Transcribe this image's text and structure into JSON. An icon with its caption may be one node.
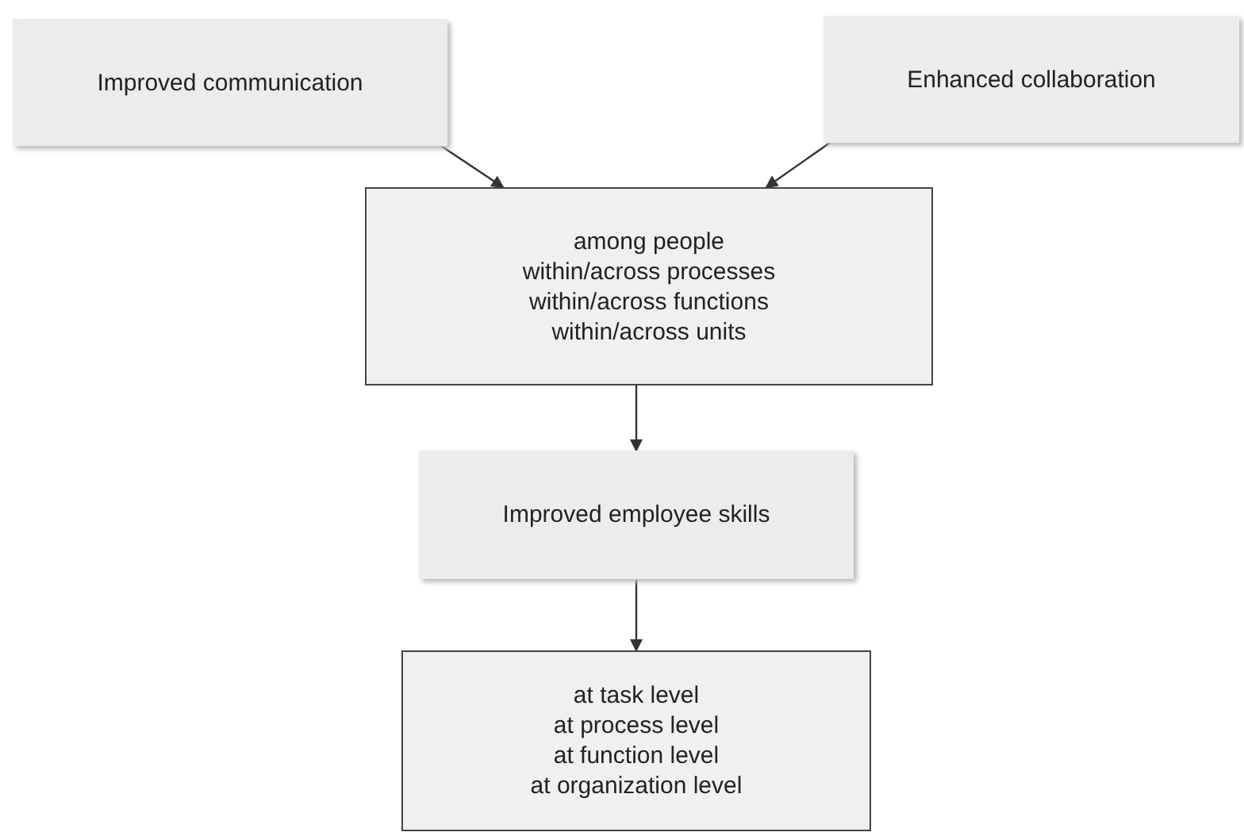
{
  "diagram": {
    "nodes": [
      {
        "text": [
          "Improved communication"
        ]
      },
      {
        "text": [
          "Enhanced collaboration"
        ]
      },
      {
        "text": [
          "among people",
          "within/across processes",
          "within/across functions",
          "within/across units"
        ]
      },
      {
        "text": [
          "Improved employee skills"
        ]
      },
      {
        "text": [
          "at task level",
          "at process level",
          "at function level",
          "at organization level"
        ]
      }
    ],
    "edges": [
      {
        "from": 0,
        "to": 2,
        "arrow": "to"
      },
      {
        "from": 1,
        "to": 2,
        "arrow": "to"
      },
      {
        "from": 2,
        "to": 3,
        "arrow": "to"
      },
      {
        "from": 3,
        "to": 4,
        "arrow": "to"
      }
    ]
  }
}
